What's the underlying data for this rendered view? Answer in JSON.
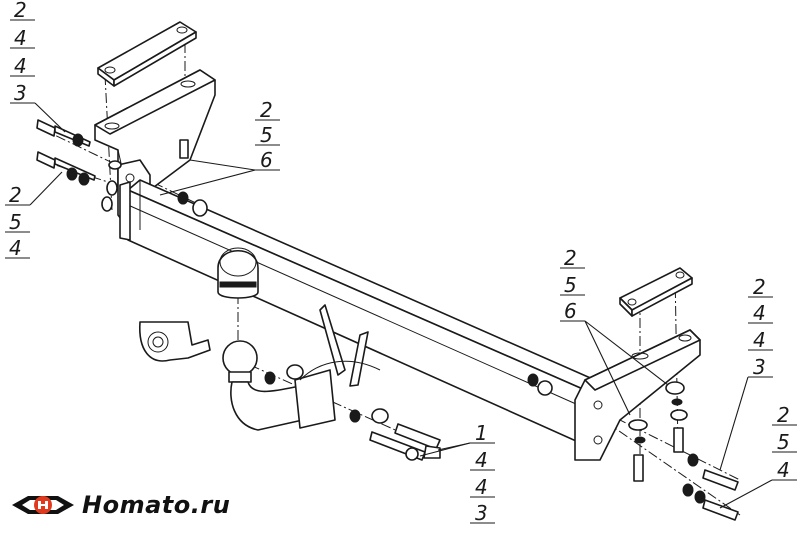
{
  "callouts": {
    "top_left": [
      "2",
      "4",
      "4",
      "3"
    ],
    "mid_left": [
      "2",
      "5",
      "4"
    ],
    "upper_center": [
      "2",
      "5",
      "6"
    ],
    "right_bracket": [
      "2",
      "5",
      "6"
    ],
    "far_right_upper": [
      "2",
      "4",
      "4",
      "3"
    ],
    "far_right_lower": [
      "2",
      "5",
      "4"
    ],
    "bottom_center": [
      "1",
      "4",
      "4",
      "3"
    ]
  },
  "logo": {
    "text": "Homato.ru",
    "accent_color": "#e03a1e"
  }
}
